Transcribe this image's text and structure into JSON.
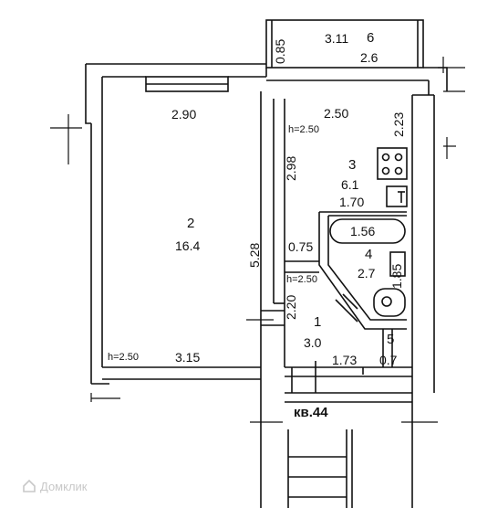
{
  "apartment_label": "кв.44",
  "rooms": [
    {
      "number": "1",
      "area": "3.0"
    },
    {
      "number": "2",
      "area": "16.4"
    },
    {
      "number": "3",
      "area": "6.1"
    },
    {
      "number": "4",
      "area": "2.7"
    },
    {
      "number": "5",
      "area": "0.7"
    },
    {
      "number": "6",
      "area": "2.6"
    }
  ],
  "dimensions": {
    "balcony_width": "3.11",
    "balcony_depth": "0.85",
    "room2_width": "2.90",
    "room2_length": "5.28",
    "room2_bottom": "3.15",
    "kitchen_width": "2.50",
    "kitchen_depth": "2.98",
    "kitchen_side": "2.23",
    "bath_width": "1.70",
    "tub": "1.56",
    "bath_gap": "0.75",
    "bath_depth": "1.85",
    "hall_depth": "2.20",
    "hall_width": "1.73"
  },
  "heights": [
    "h=2.50",
    "h=2.50",
    "h=2.50"
  ],
  "watermark": "Домклик",
  "colors": {
    "wall_fill": "#ffffff",
    "wall_stroke": "#111111",
    "watermark": "#c8c8c8"
  }
}
